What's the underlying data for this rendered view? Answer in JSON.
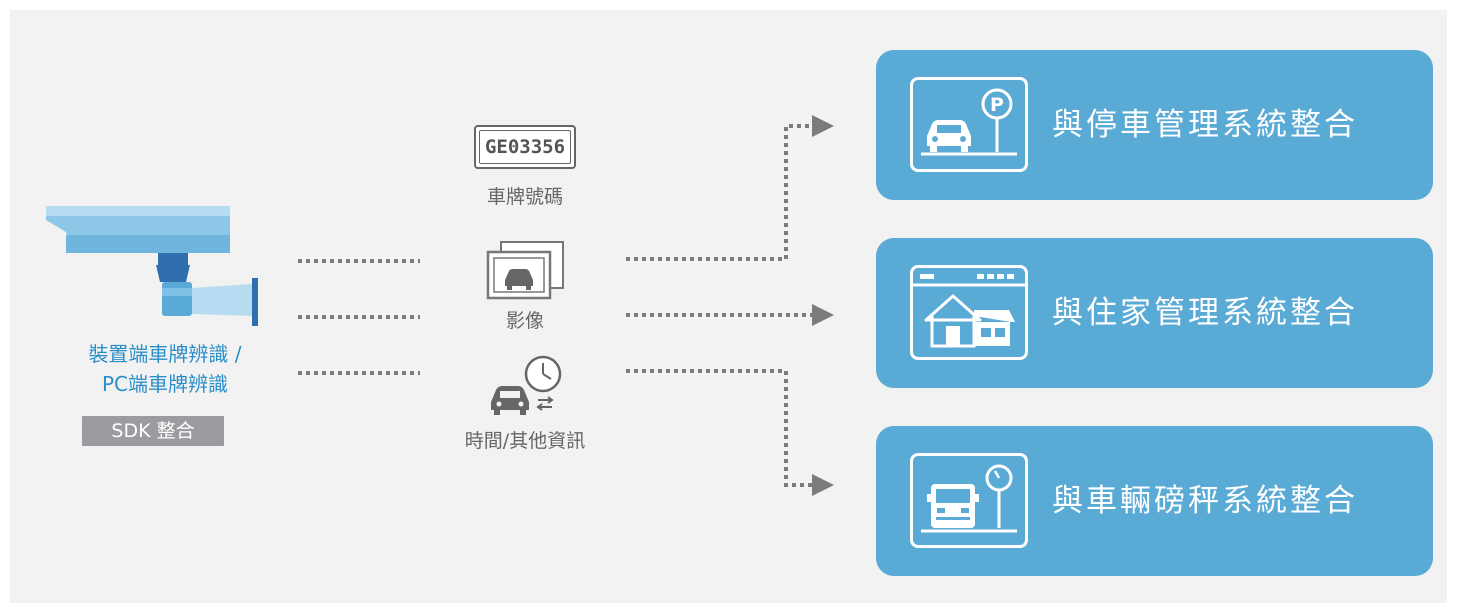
{
  "camera": {
    "label_line1": "裝置端車牌辨識 /",
    "label_line2": "PC端車牌辨識",
    "sdk_badge": "SDK 整合"
  },
  "data_items": [
    {
      "plate_text": "GE03356",
      "label": "車牌號碼",
      "icon": "license-plate-icon"
    },
    {
      "label": "影像",
      "icon": "image-frames-icon"
    },
    {
      "label": "時間/其他資訊",
      "icon": "car-clock-icon"
    }
  ],
  "integrations": [
    {
      "label": "與停車管理系統整合",
      "icon": "parking-car-icon"
    },
    {
      "label": "與住家管理系統整合",
      "icon": "house-browser-icon"
    },
    {
      "label": "與車輛磅秤系統整合",
      "icon": "truck-scale-icon"
    }
  ],
  "colors": {
    "background": "#f2f2f3",
    "card": "#5aaad6",
    "camera_dark": "#2f6eaf",
    "camera_light": "#8cc7e8",
    "accent_text": "#2a8fc9",
    "connector": "#7b7b7b",
    "badge": "#9b9ca0"
  }
}
